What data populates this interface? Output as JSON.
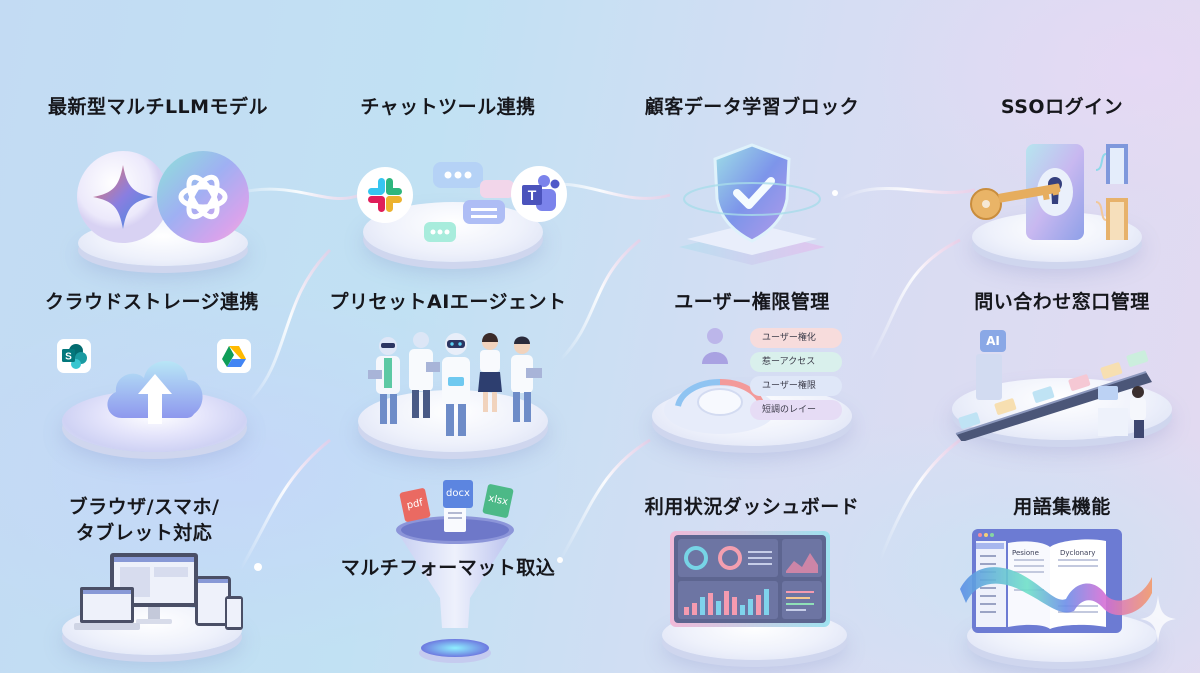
{
  "features": [
    {
      "id": "multi-llm",
      "label": "最新型マルチLLMモデル",
      "icons": [
        "gemini-sparkle-icon",
        "openai-logo-icon"
      ]
    },
    {
      "id": "chat-tools",
      "label": "チャットツール連携",
      "icons": [
        "slack-logo-icon",
        "chat-bubble-icon",
        "teams-logo-icon"
      ]
    },
    {
      "id": "data-training-block",
      "label": "顧客データ学習ブロック",
      "icons": [
        "shield-check-icon"
      ]
    },
    {
      "id": "sso",
      "label": "SSOログイン",
      "icons": [
        "key-icon",
        "keyhole-icon",
        "door-icon"
      ]
    },
    {
      "id": "cloud-storage",
      "label": "クラウドストレージ連携",
      "icons": [
        "sharepoint-logo-icon",
        "cloud-upload-icon",
        "google-drive-logo-icon"
      ]
    },
    {
      "id": "preset-agents",
      "label": "プリセットAIエージェント",
      "icons": [
        "robot-agent-icon",
        "doctor-icon",
        "business-person-icon"
      ]
    },
    {
      "id": "user-permissions",
      "label": "ユーザー権限管理",
      "icons": [
        "user-icon",
        "control-dial-icon"
      ],
      "permission_tags": [
        "ユーザー権化",
        "惹ーアクセス",
        "ユーザー権限",
        "短調のレイー"
      ]
    },
    {
      "id": "support-desk",
      "label": "問い合わせ窓口管理",
      "icons": [
        "ai-box-icon",
        "conveyor-belt-icon",
        "operator-icon"
      ],
      "ai_badge": "AI"
    },
    {
      "id": "multi-device",
      "label_lines": [
        "ブラウザ/スマホ/",
        "タブレット対応"
      ],
      "icons": [
        "monitor-icon",
        "laptop-icon",
        "tablet-icon",
        "phone-icon"
      ]
    },
    {
      "id": "multi-format",
      "label": "マルチフォーマット取込",
      "icons": [
        "funnel-icon",
        "file-icon"
      ],
      "file_types": [
        "pdf",
        "docx",
        "xlsx"
      ]
    },
    {
      "id": "usage-dashboard",
      "label": "利用状況ダッシュボード",
      "icons": [
        "dashboard-icon",
        "donut-chart-icon",
        "bar-chart-icon",
        "line-chart-icon"
      ]
    },
    {
      "id": "glossary",
      "label": "用語集機能",
      "icons": [
        "open-book-icon",
        "ribbon-icon"
      ],
      "book_headings": [
        "Pesione",
        "Dyclonary"
      ]
    }
  ],
  "colors": {
    "label_text": "#16171c",
    "bg_left": "#c3dbf3",
    "bg_right": "#e3daf1",
    "accent_blue": "#6f86e6",
    "accent_purple": "#a78ee8",
    "accent_pink": "#f2a3b8"
  }
}
